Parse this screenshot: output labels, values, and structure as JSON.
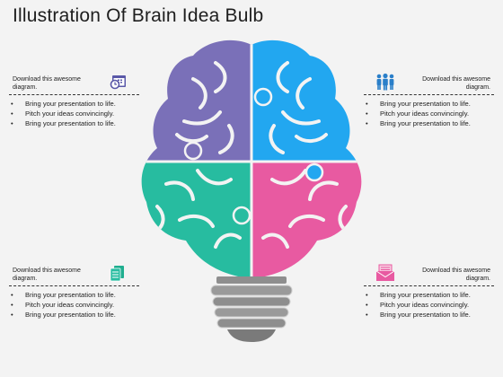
{
  "title": "Illustration Of Brain Idea Bulb",
  "colors": {
    "purple": "#7a70b8",
    "blue": "#22a7f0",
    "teal": "#27bca0",
    "pink": "#e85aa1",
    "bulb_base": "#8e8e8e"
  },
  "panels": {
    "top_left": {
      "heading": "Download  this awesome diagram.",
      "icon": "calendar-clock-icon",
      "bullets": [
        "Bring your presentation to life.",
        "Pitch your ideas convincingly.",
        "Bring your presentation to life."
      ]
    },
    "top_right": {
      "heading": "Download  this awesome diagram.",
      "icon": "people-group-icon",
      "bullets": [
        "Bring your presentation to life.",
        "Pitch your ideas convincingly.",
        "Bring your presentation to life."
      ]
    },
    "bottom_left": {
      "heading": "Download  this awesome diagram.",
      "icon": "documents-icon",
      "bullets": [
        "Bring your presentation to life.",
        "Pitch your ideas convincingly.",
        "Bring your presentation to life."
      ]
    },
    "bottom_right": {
      "heading": "Download  this awesome diagram.",
      "icon": "envelope-letter-icon",
      "bullets": [
        "Bring your presentation to life.",
        "Pitch your ideas convincingly.",
        "Bring your presentation to life."
      ]
    }
  }
}
